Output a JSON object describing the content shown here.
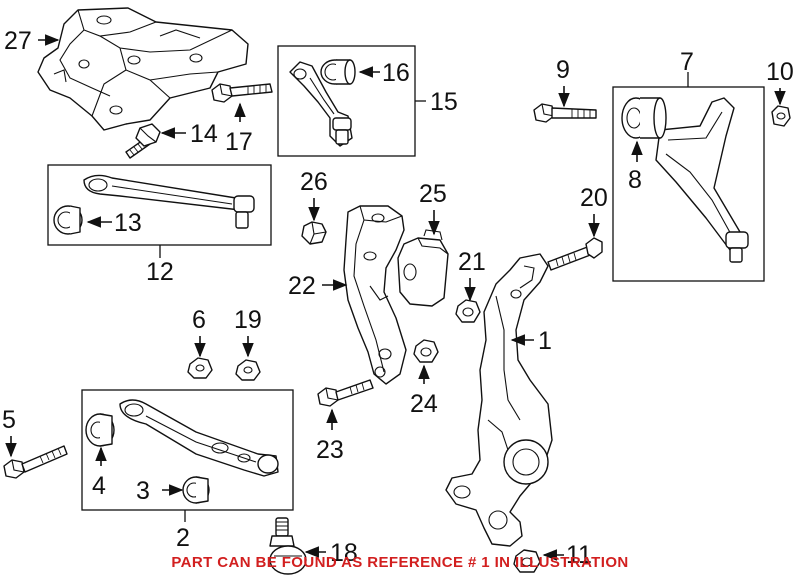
{
  "labels": {
    "n1": "1",
    "n2": "2",
    "n3": "3",
    "n4": "4",
    "n5": "5",
    "n6": "6",
    "n7": "7",
    "n8": "8",
    "n9": "9",
    "n10": "10",
    "n11": "11",
    "n12": "12",
    "n13": "13",
    "n14": "14",
    "n15": "15",
    "n16": "16",
    "n17": "17",
    "n18": "18",
    "n19": "19",
    "n20": "20",
    "n21": "21",
    "n22": "22",
    "n23": "23",
    "n24": "24",
    "n25": "25",
    "n26": "26",
    "n27": "27"
  },
  "footer": {
    "note": "PART CAN BE FOUND AS REFERENCE # 1 IN ILLUSTRATION"
  },
  "colors": {
    "line": "#111111",
    "note": "#d21f1f",
    "background": "#ffffff"
  }
}
